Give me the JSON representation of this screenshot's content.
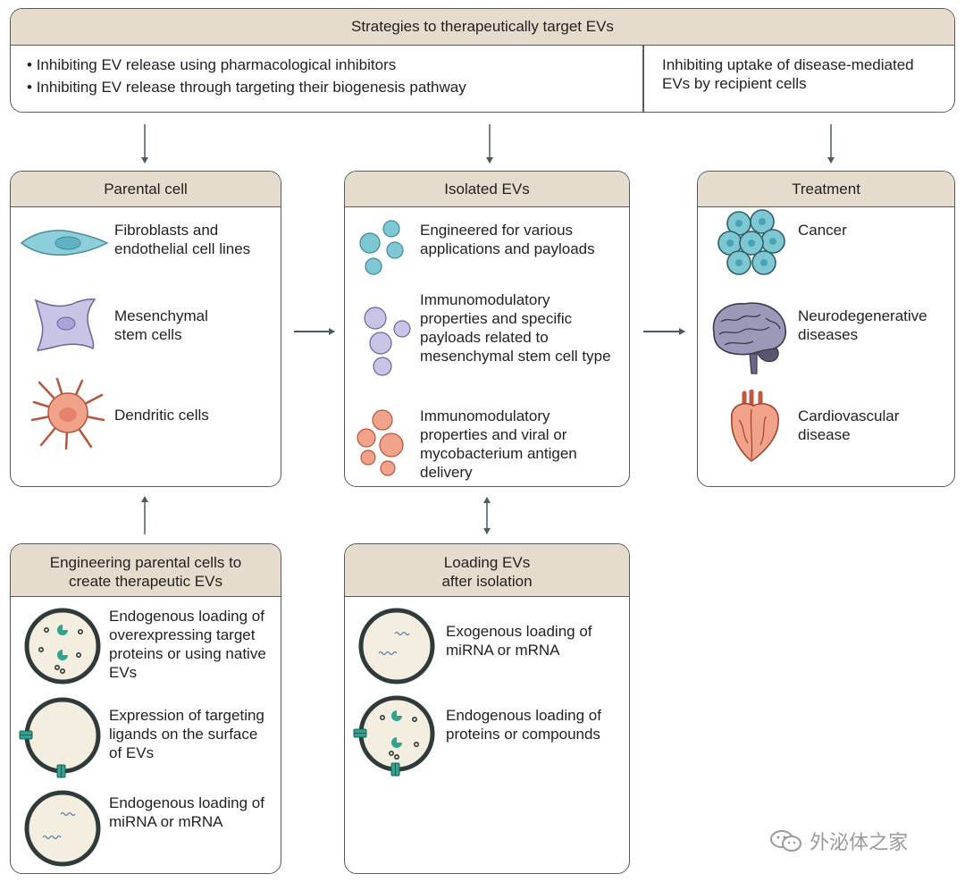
{
  "strategies": {
    "title": "Strategies to therapeutically target EVs",
    "bullets": [
      "Inhibiting EV release using pharmacological inhibitors",
      "Inhibiting EV release through targeting their biogenesis pathway"
    ],
    "uptake": "Inhibiting uptake of disease-mediated EVs by recipient cells"
  },
  "parental": {
    "title": "Parental cell",
    "items": [
      {
        "label": "Fibroblasts and endothelial cell lines",
        "icon": "fibroblast-cell-icon"
      },
      {
        "label": "Mesenchymal stem cells",
        "icon": "mesenchymal-cell-icon"
      },
      {
        "label": "Dendritic cells",
        "icon": "dendritic-cell-icon"
      }
    ]
  },
  "isolated": {
    "title": "Isolated EVs",
    "items": [
      {
        "label": "Engineered for various applications and payloads",
        "icon": "teal-evs-icon"
      },
      {
        "label": "Immunomodulatory properties and specific payloads related to mesenchymal stem cell type",
        "icon": "lavender-evs-icon"
      },
      {
        "label": "Immunomodulatory properties and viral or mycobacterium antigen delivery",
        "icon": "salmon-evs-icon"
      }
    ]
  },
  "treatment": {
    "title": "Treatment",
    "items": [
      {
        "label": "Cancer",
        "icon": "tumor-cells-icon"
      },
      {
        "label": "Neurodegenerative diseases",
        "icon": "brain-icon"
      },
      {
        "label": "Cardiovascular disease",
        "icon": "heart-icon"
      }
    ]
  },
  "engineering": {
    "title": "Engineering parental cells to create therapeutic EVs",
    "items": [
      {
        "label": "Endogenous loading of overexpressing target proteins or using native EVs",
        "icon": "protein-loaded-ev-icon"
      },
      {
        "label": "Expression of targeting ligands on the surface of EVs",
        "icon": "ligand-ev-icon"
      },
      {
        "label": "Endogenous loading of miRNA or mRNA",
        "icon": "rna-loaded-ev-icon"
      }
    ]
  },
  "loading": {
    "title": "Loading EVs after isolation",
    "items": [
      {
        "label": "Exogenous loading of miRNA or mRNA",
        "icon": "rna-loaded-ev-icon"
      },
      {
        "label": "Endogenous loading of proteins or compounds",
        "icon": "protein-ligand-ev-icon"
      }
    ]
  },
  "watermark": "外泌体之家",
  "colors": {
    "header_fill": "#e6dccd",
    "teal": "#7ec8d4",
    "lavender": "#c8c4e6",
    "salmon": "#f1a28a",
    "ev_fill": "#f3eedf",
    "ev_ring": "#2f3a3a",
    "ligand": "#2fa58f"
  }
}
